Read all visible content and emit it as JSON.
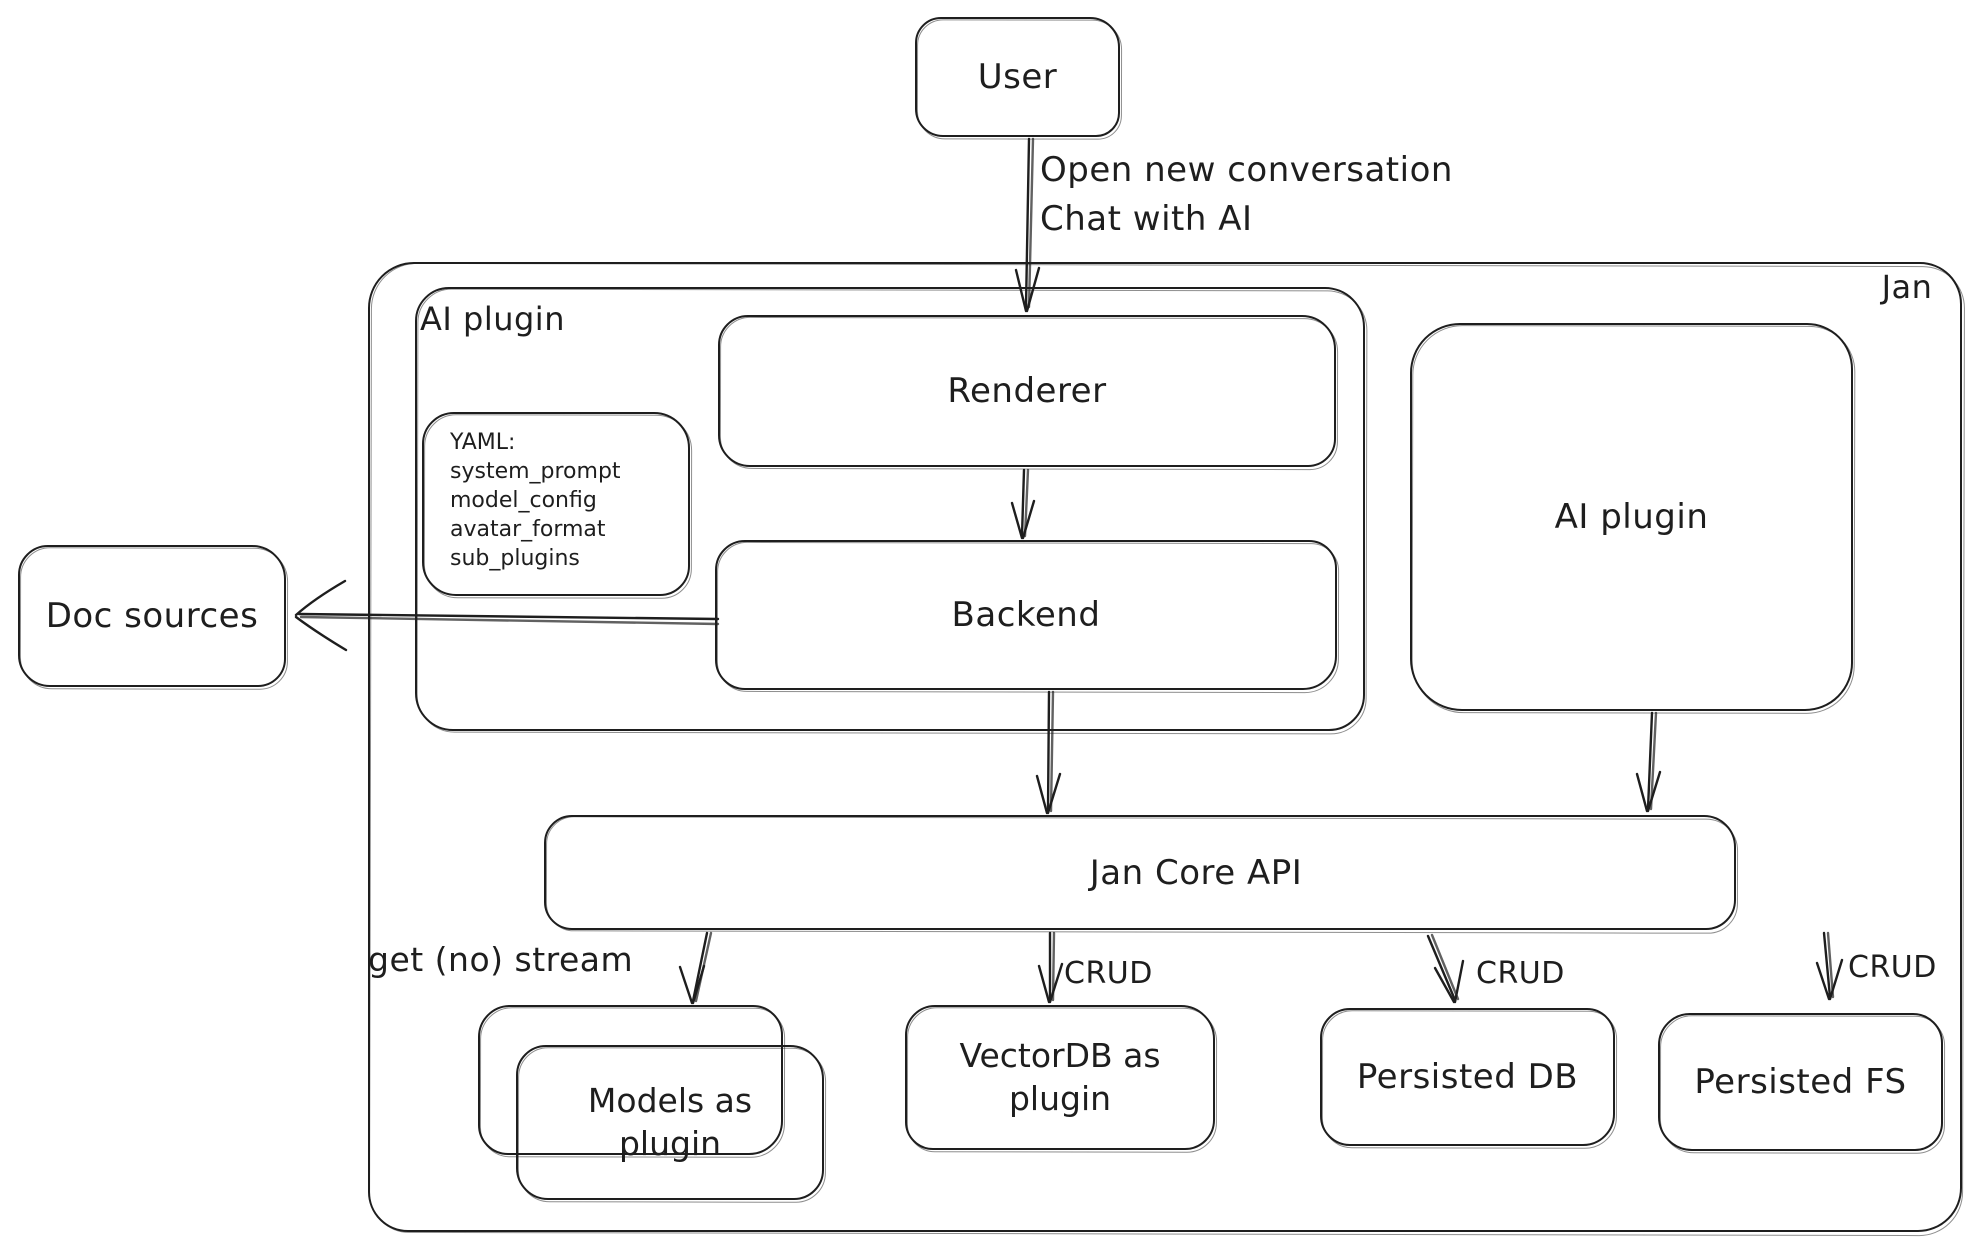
{
  "colors": {
    "stroke": "#1e1e1e",
    "background": "#ffffff"
  },
  "nodes": {
    "user": {
      "label": "User"
    },
    "jan": {
      "label": "Jan"
    },
    "ai_plugin_container": {
      "label": "AI plugin"
    },
    "renderer": {
      "label": "Renderer"
    },
    "yaml_note": {
      "line0": "YAML:",
      "line1": "system_prompt",
      "line2": "model_config",
      "line3": "avatar_format",
      "line4": "sub_plugins"
    },
    "backend": {
      "label": "Backend"
    },
    "ai_plugin_right": {
      "label": "AI plugin"
    },
    "doc_sources": {
      "label": "Doc sources"
    },
    "jan_core_api": {
      "label": "Jan Core API"
    },
    "models": {
      "line1": "Models as",
      "line2": "plugin"
    },
    "vectordb": {
      "line1": "VectorDB as",
      "line2": "plugin"
    },
    "persisted_db": {
      "label": "Persisted DB"
    },
    "persisted_fs": {
      "label": "Persisted FS"
    }
  },
  "edges": {
    "user_to_renderer": {
      "label_line1": "Open new conversation",
      "label_line2": "Chat with AI"
    },
    "core_to_models": {
      "label": "get (no) stream"
    },
    "core_to_vectordb": {
      "label": "CRUD"
    },
    "core_to_persisted_db": {
      "label": "CRUD"
    },
    "core_to_persisted_fs": {
      "label": "CRUD"
    }
  }
}
